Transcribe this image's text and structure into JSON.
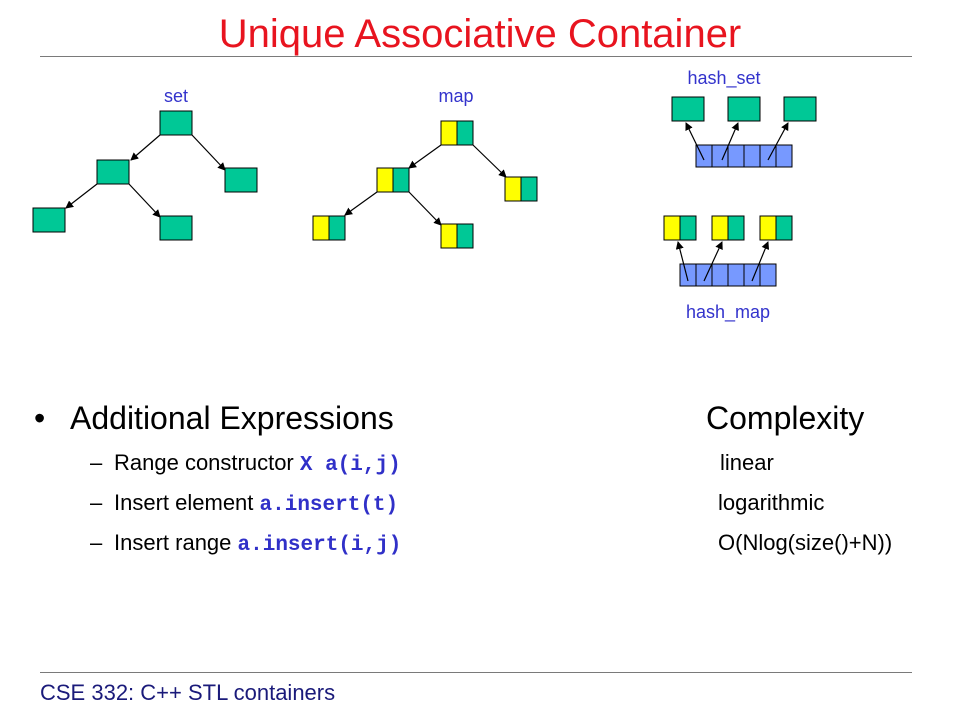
{
  "title": "Unique Associative Container",
  "diagram": {
    "labels": {
      "set": "set",
      "map": "map",
      "hash_set": "hash_set",
      "hash_map": "hash_map"
    },
    "colors": {
      "node": "#00c896",
      "key": "#ffff00",
      "bucket": "#7799ff",
      "label": "#3333cc"
    }
  },
  "bullets": {
    "heading": "Additional Expressions",
    "heading_right": "Complexity",
    "items": [
      {
        "text": "Range constructor ",
        "code": "X a(i,j)",
        "complexity": "linear"
      },
      {
        "text": "Insert element ",
        "code": "a.insert(t)",
        "complexity": "logarithmic"
      },
      {
        "text": "Insert range ",
        "code": "a.insert(i,j)",
        "complexity": "O(Nlog(size()+N))"
      }
    ]
  },
  "footer": "CSE 332: C++ STL containers"
}
